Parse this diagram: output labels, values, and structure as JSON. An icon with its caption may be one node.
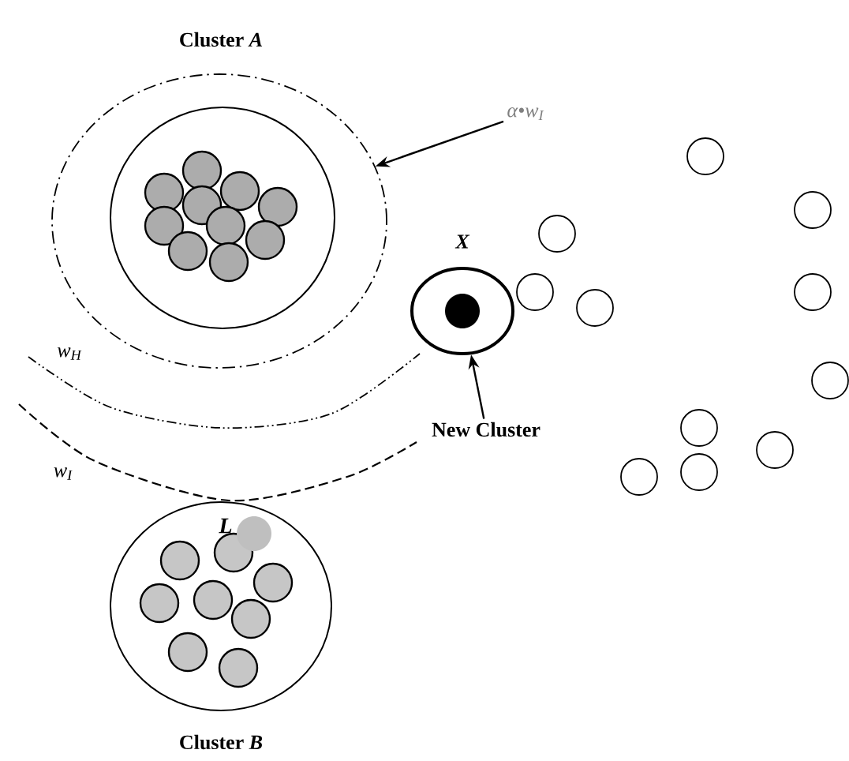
{
  "diagram": {
    "nodes": [
      {
        "text": [],
        "shape": "circle"
      },
      {
        "text": [
          "Cluster *A*"
        ],
        "in": 0
      },
      {
        "text": [
          "α•w$_{I}$"
        ]
      },
      {
        "text": [
          "X"
        ]
      },
      {
        "text": [
          "New Cluster"
        ]
      },
      {
        "text": [
          "Cluster *B*"
        ]
      }
    ],
    "edges": [
      {
        "from": 2,
        "to": 0,
        "arrow": "to"
      },
      {
        "from": 4,
        "to": 3,
        "arrow": "to"
      }
    ],
    "labels": [
      "w$_{H}$",
      "w$_{I}$",
      "L"
    ]
  }
}
